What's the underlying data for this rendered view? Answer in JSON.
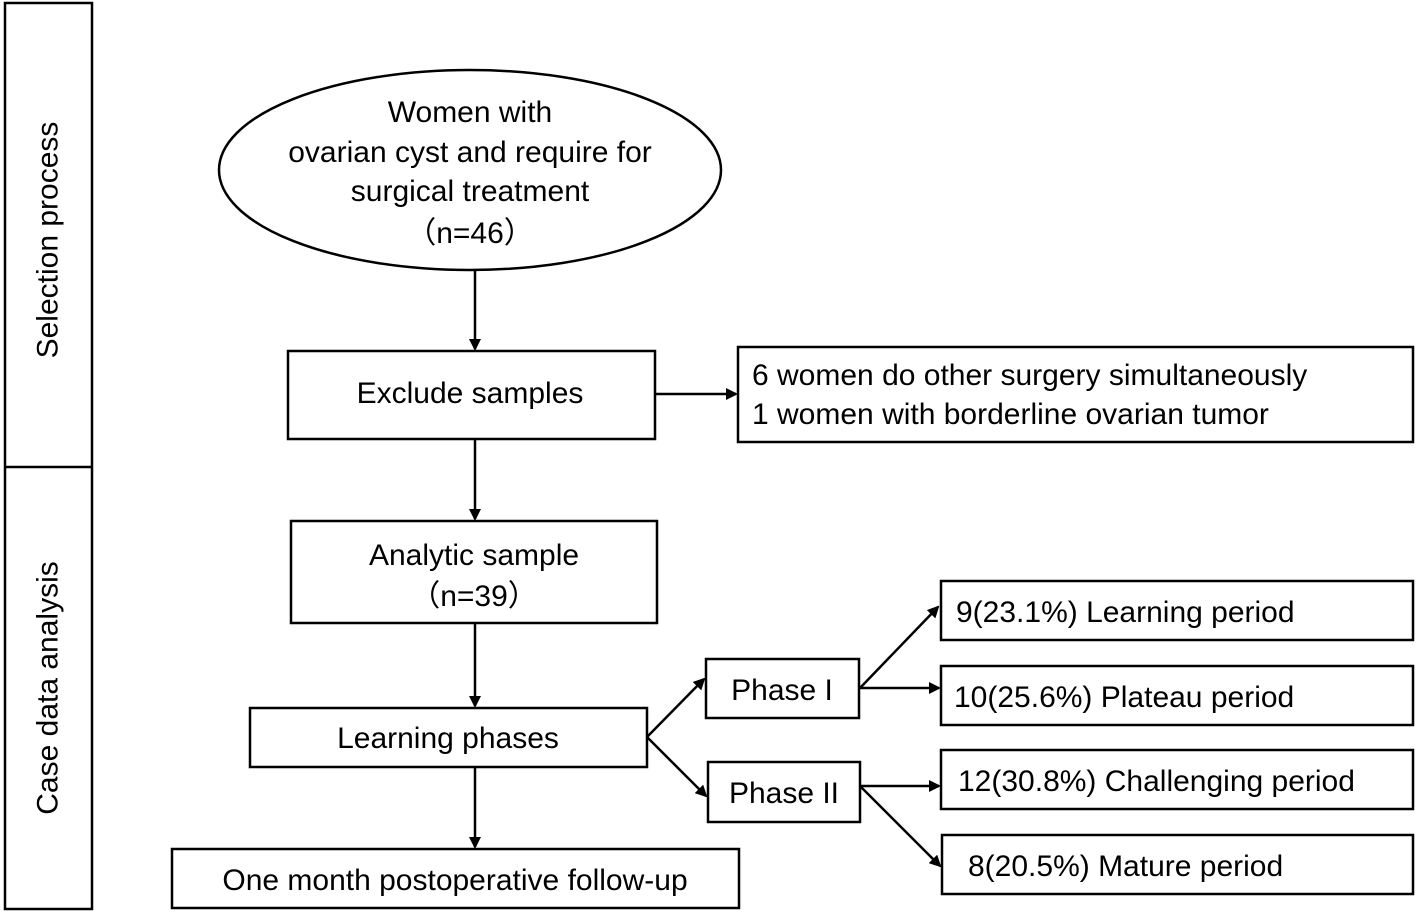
{
  "sections": {
    "selection": "Selection process",
    "analysis": "Case data analysis"
  },
  "nodes": {
    "women": {
      "line1": "Women with",
      "line2": "ovarian cyst and require for",
      "line3": "surgical treatment",
      "count": "（n=46）"
    },
    "exclude": {
      "label": "Exclude samples"
    },
    "excluded_reasons": {
      "line1": "6 women do other surgery simultaneously",
      "line2": "1 women with borderline ovarian tumor"
    },
    "analytic": {
      "label": "Analytic sample",
      "count": "（n=39）"
    },
    "learning": {
      "label": "Learning phases"
    },
    "phase1": {
      "label": "Phase I"
    },
    "phase2": {
      "label": "Phase II"
    },
    "followup": {
      "label": "One month postoperative follow-up"
    },
    "learning_period": {
      "label": "9(23.1%) Learning period"
    },
    "plateau_period": {
      "label": "10(25.6%) Plateau period"
    },
    "challenging_period": {
      "label": "12(30.8%) Challenging period"
    },
    "mature_period": {
      "label": "8(20.5%) Mature period"
    }
  }
}
